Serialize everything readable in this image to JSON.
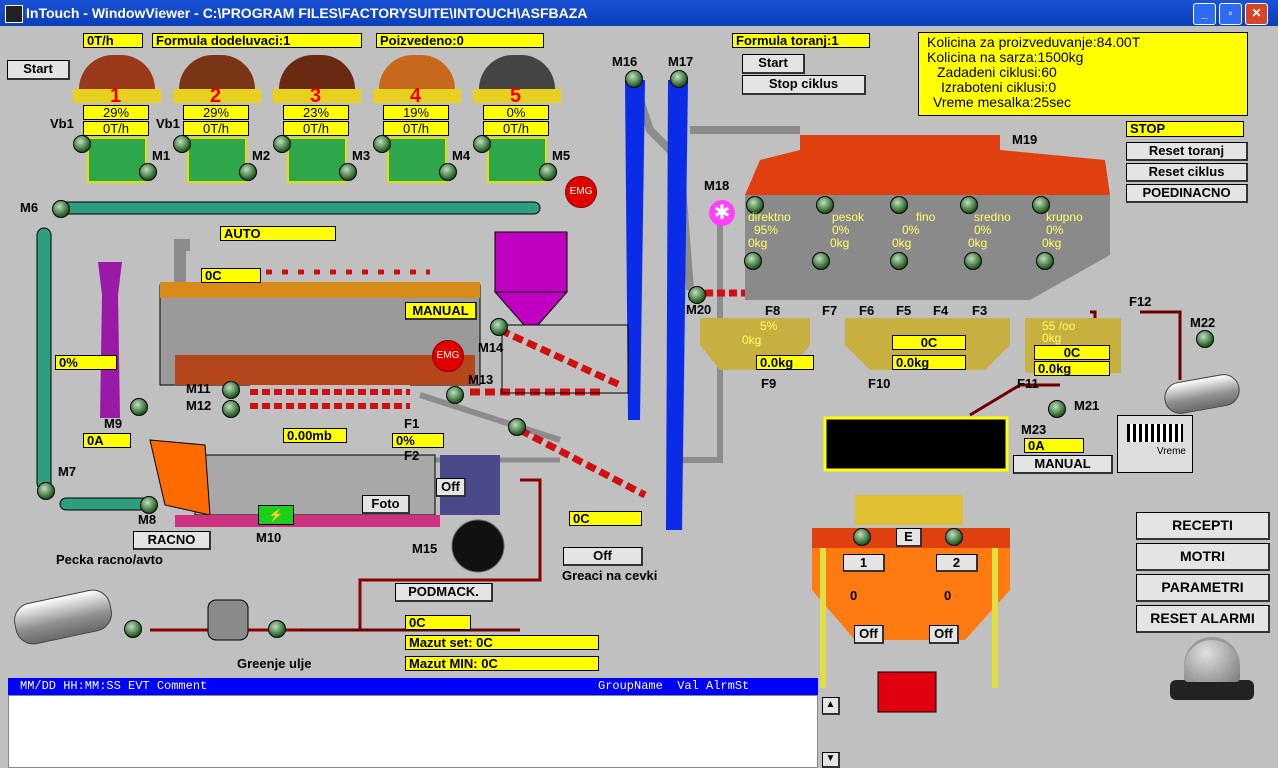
{
  "window": {
    "title": "InTouch - WindowViewer - C:\\PROGRAM FILES\\FACTORYSUITE\\INTOUCH\\ASFBAZA",
    "controls": [
      "_",
      "▫",
      "✕"
    ]
  },
  "top": {
    "rate": "0T/h",
    "formula_dosing": "Formula dodeluvaci:1",
    "produced": "Poizvedeno:0",
    "start_left": "Start",
    "formula_tower": "Formula toranj:1",
    "start_tower": "Start",
    "stop_cycle": "Stop ciklus"
  },
  "info": {
    "line1": "Kolicina za proizveduvanje:84.00T",
    "line2": "Kolicina na sarza:1500kg",
    "line3": "Zadadeni ciklusi:60",
    "line4": "Izraboteni ciklusi:0",
    "line5": "Vreme mesalka:25sec"
  },
  "tower_status": "STOP",
  "tower_buttons": {
    "reset_tower": "Reset toranj",
    "reset_cycle": "Reset ciklus",
    "single": "POEDINACNO"
  },
  "bins": [
    {
      "num": "1",
      "pct": "29%",
      "rate": "0T/h",
      "motor": "M1",
      "vb": "Vb1",
      "color": "#9a3a1a"
    },
    {
      "num": "2",
      "pct": "29%",
      "rate": "0T/h",
      "motor": "M2",
      "vb": "Vb1",
      "color": "#7a3416"
    },
    {
      "num": "3",
      "pct": "23%",
      "rate": "0T/h",
      "motor": "M3",
      "vb": "",
      "color": "#6a2a12"
    },
    {
      "num": "4",
      "pct": "19%",
      "rate": "0T/h",
      "motor": "M4",
      "vb": "",
      "color": "#c8681c"
    },
    {
      "num": "5",
      "pct": "0%",
      "rate": "0T/h",
      "motor": "M5",
      "vb": "",
      "color": "#444444"
    }
  ],
  "labels": {
    "emg": "EMG",
    "m6": "M6",
    "m7": "M7",
    "m8": "M8",
    "m9": "M9",
    "m10": "M10",
    "m11": "M11",
    "m12": "M12",
    "m13": "M13",
    "m14": "M14",
    "m15": "M15",
    "m16": "M16",
    "m17": "M17",
    "m18": "M18",
    "m19": "M19",
    "m20": "M20",
    "m21": "M21",
    "m22": "M22",
    "m23": "M23",
    "f1": "F1",
    "f2": "F2",
    "f3": "F3",
    "f4": "F4",
    "f5": "F5",
    "f6": "F6",
    "f7": "F7",
    "f8": "F8",
    "f9": "F9",
    "f10": "F10",
    "f11": "F11",
    "f12": "F12"
  },
  "dryer": {
    "mode_auto": "AUTO",
    "temp": "0C",
    "manual": "MANUAL",
    "left_pct": "0%",
    "m9_current": "0A",
    "pressure": "0.00mb",
    "f1_pct": "0%",
    "off": "Off",
    "foto": "Foto",
    "racno": "RACNO",
    "burner_mode": "Pecka racno/avto",
    "podmack": "PODMACK.",
    "pipe_temp": "0C",
    "heaters_off": "Off",
    "heaters_label": "Greaci na cevki",
    "oil_temp": "0C",
    "mazut_set": "Mazut set: 0C",
    "mazut_min": "Mazut MIN: 0C",
    "oil_heating": "Greenje ulje"
  },
  "silos": [
    {
      "name": "direktno",
      "pct": "95%",
      "kg": "0kg"
    },
    {
      "name": "pesok",
      "pct": "0%",
      "kg": "0kg"
    },
    {
      "name": "fino",
      "pct": "0%",
      "kg": "0kg"
    },
    {
      "name": "sredno",
      "pct": "0%",
      "kg": "0kg"
    },
    {
      "name": "krupno",
      "pct": "0%",
      "kg": "0kg"
    }
  ],
  "scales": {
    "f9_pct": "5%",
    "f9_kg": "0kg",
    "f9_weight": "0.0kg",
    "f10_temp": "0C",
    "f10_weight": "0.0kg",
    "bitumen_pct": "55 /oo",
    "bitumen_kg": "0kg",
    "bitumen_temp": "0C",
    "bitumen_weight": "0.0kg"
  },
  "mixer": {
    "m23_current": "0A",
    "manual": "MANUAL",
    "vreme": "Vreme"
  },
  "storage": {
    "e": "E",
    "one": "1",
    "two": "2",
    "val1": "0",
    "val2": "0",
    "off1": "Off",
    "off2": "Off"
  },
  "menu": {
    "recepti": "RECEPTI",
    "motri": "MOTRI",
    "parametri": "PARAMETRI",
    "reset_alarmi": "RESET ALARMI"
  },
  "alarm": {
    "header_left": "MM/DD HH:MM:SS EVT Comment",
    "header_right": "GroupName  Val AlrmSt",
    "scroll_up": "▲",
    "scroll_down": "▼"
  },
  "colors": {
    "background": "#c0c0c0",
    "display_yellow": "#ffff00",
    "motor_green": "#1f5a1f",
    "elevator_blue": "#0a2be8",
    "silo_gray": "#8a8a8a",
    "alarm_blue": "#0000ff"
  }
}
